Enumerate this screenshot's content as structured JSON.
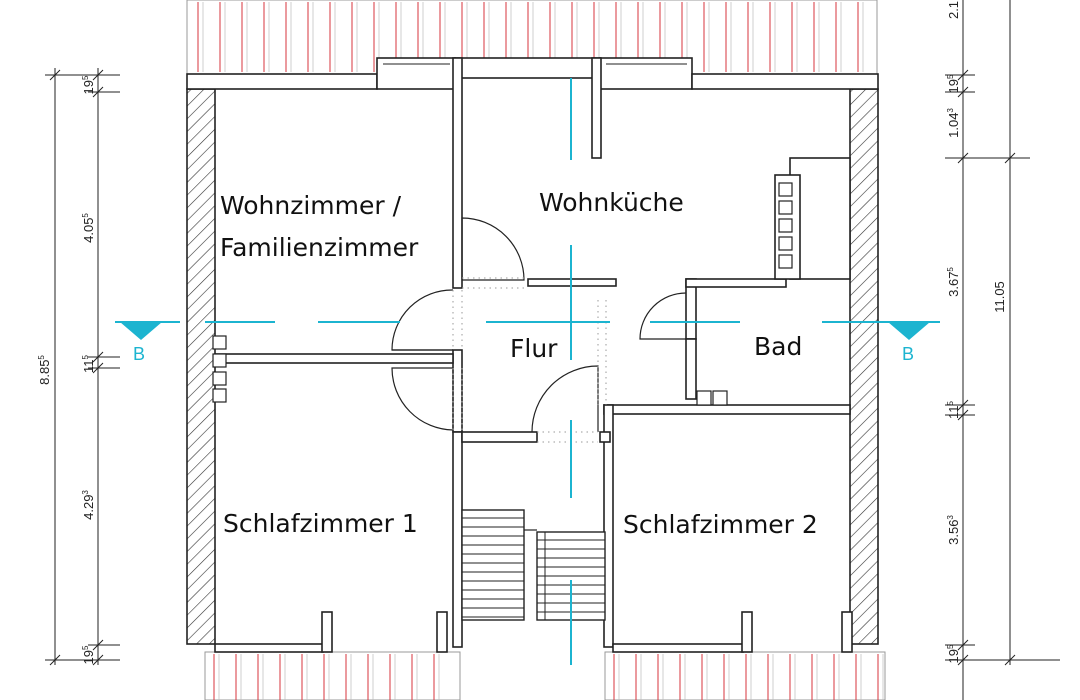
{
  "rooms": {
    "wohnzimmer_line1": "Wohnzimmer /",
    "wohnzimmer_line2": "Familienzimmer",
    "wohnkueche": "Wohnküche",
    "flur": "Flur",
    "bad": "Bad",
    "schlafzimmer1": "Schlafzimmer 1",
    "schlafzimmer2": "Schlafzimmer 2"
  },
  "section_marker": "B",
  "dimensions_left": {
    "total": {
      "main": "8.85",
      "sup": "5"
    },
    "top_wall": {
      "main": "19",
      "sup": "5"
    },
    "upper_room": {
      "main": "4.05",
      "sup": "5"
    },
    "mid_wall": {
      "main": "11",
      "sup": "5"
    },
    "lower_room": {
      "main": "4.29",
      "sup": "3"
    },
    "bottom_wall": {
      "main": "19",
      "sup": "5"
    }
  },
  "dimensions_right": {
    "total": "11.05",
    "top_partial": "2.1",
    "top_wall": {
      "main": "19",
      "sup": "5"
    },
    "segment_a": {
      "main": "1.04",
      "sup": "3"
    },
    "segment_b": {
      "main": "3.67",
      "sup": "5"
    },
    "mid_wall": {
      "main": "11",
      "sup": "5"
    },
    "segment_c": {
      "main": "3.56",
      "sup": "3"
    },
    "bottom_wall": {
      "main": "19",
      "sup": "5"
    }
  },
  "colors": {
    "section_line": "#1cb4d0",
    "wall_stroke": "#222222",
    "roof_lines": "#d7343c"
  }
}
